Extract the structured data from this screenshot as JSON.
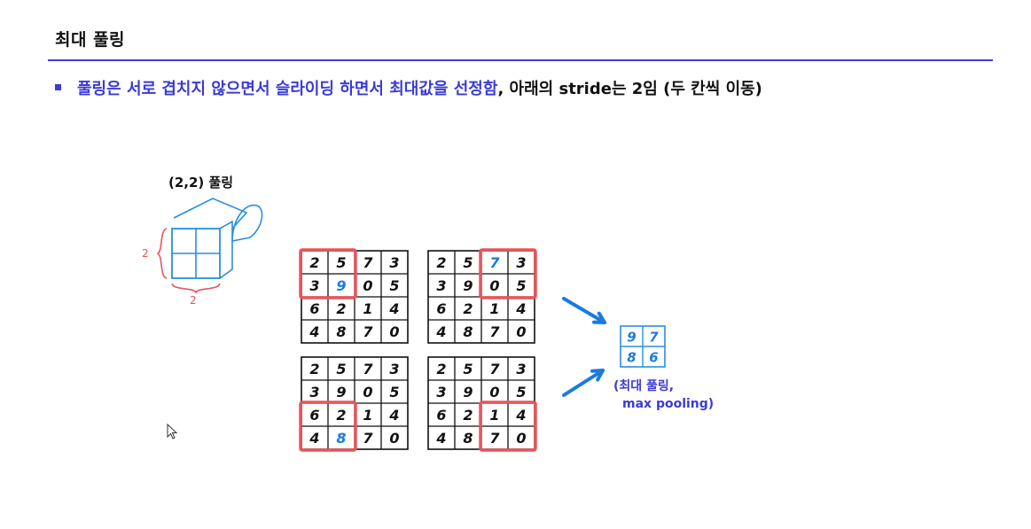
{
  "slide": {
    "title": "최대 풀링",
    "bullet": {
      "highlight": "풀링은 서로 겹치지 않으면서 슬라이딩 하면서 최대값을 선정함",
      "rest": ", 아래의 stride는 2임 (두 칸씩 이동)"
    },
    "pool_label": "(2,2) 풀링",
    "dim_labels": {
      "height": "2",
      "width": "2"
    },
    "matrix": [
      [
        "2",
        "5",
        "7",
        "3"
      ],
      [
        "3",
        "9",
        "0",
        "5"
      ],
      [
        "6",
        "2",
        "1",
        "4"
      ],
      [
        "4",
        "8",
        "7",
        "0"
      ]
    ],
    "highlight_max": [
      "9",
      "7",
      "8",
      "6"
    ],
    "result": [
      [
        "9",
        "7"
      ],
      [
        "8",
        "6"
      ]
    ],
    "result_caption": {
      "line1": "(최대 풀링,",
      "line2": "max pooling)"
    },
    "colors": {
      "accent": "#3b3bd6",
      "highlight_box": "#e8555b",
      "max_value": "#1a7be0",
      "arrow": "#1a7be0"
    }
  }
}
